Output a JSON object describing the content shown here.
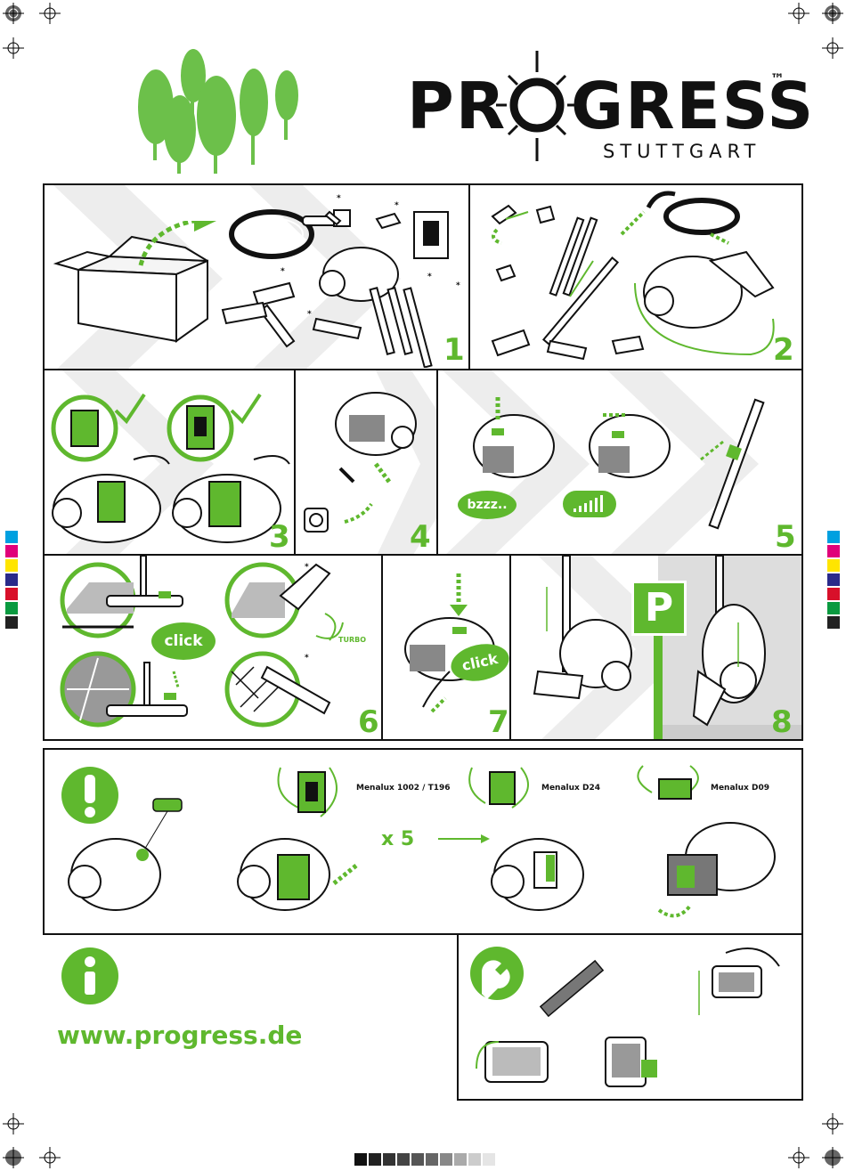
{
  "brand": {
    "name_left": "PR",
    "name_right": "GRESS",
    "trademark": "™",
    "subtitle": "STUTTGART"
  },
  "colors": {
    "accent": "#5fb82e",
    "ink": "#111111",
    "chevron": "#ededed"
  },
  "steps": {
    "s1": "1",
    "s2": "2",
    "s3": "3",
    "s4": "4",
    "s5": "5",
    "s6": "6",
    "s7": "7",
    "s8": "8"
  },
  "labels": {
    "bzzz": "bzzz..",
    "click1": "click",
    "click2": "click",
    "turbo": "TURBO",
    "parking": "P",
    "times": "x 5",
    "asterisk": "*"
  },
  "filters": {
    "bag": "Menalux 1002 / T196",
    "filter1": "Menalux D24",
    "filter2": "Menalux D09"
  },
  "info": {
    "website": "www.progress.de"
  },
  "icons": {
    "warning": "exclamation-icon",
    "info": "info-icon",
    "service": "wrench-icon"
  }
}
